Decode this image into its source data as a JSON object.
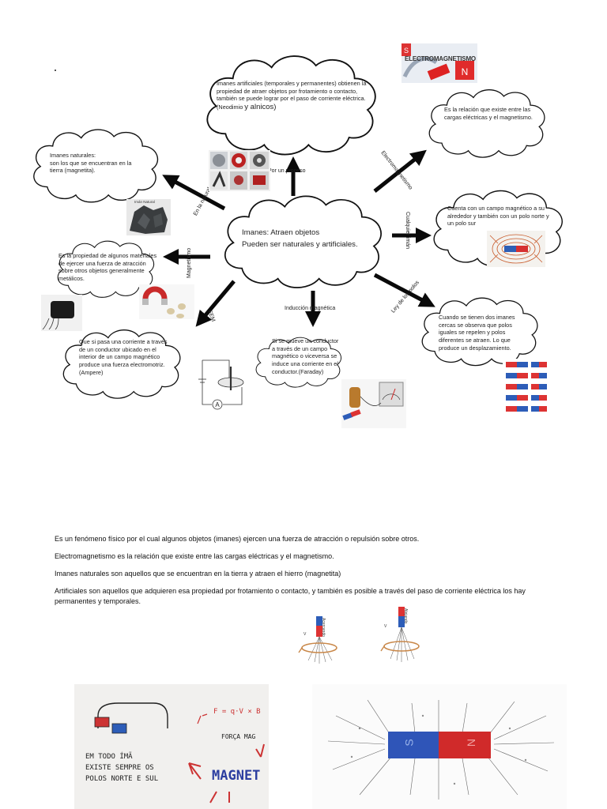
{
  "map": {
    "center": {
      "line1": "Imanes: Atraen objetos",
      "line2": "Pueden ser naturales y artificiales."
    },
    "nodes": {
      "artificiales": {
        "text": "Imanes artificiales (temporales y permanentes) obtienen la propiedad de atraer objetos por frotamiento o contacto, también se puede lograr por el paso de corriente eléctrica. (Neodimio",
        "text_big": "y alnicos)"
      },
      "naturales": {
        "text1": "Imanes naturales:",
        "text2": "son los que se encuentran en la tierra (magnetita)."
      },
      "electromagnetismo": {
        "text": "Es la relación que existe entre las cargas eléctricas y el magnetismo."
      },
      "cualquier_iman": {
        "text": "Cuenta con un campo magnético   a su alrededor y también con un polo norte y un polo sur"
      },
      "magnetismo": {
        "text": "Es la propiedad de algunos materiales de ejercer una fuerza de atracción sobre otros objetos generalmente metálicos."
      },
      "ley_polos": {
        "text": "Cuando se tienen dos imanes cercas se observa que polos iguales se repelen y polos diferentes se atraen. Lo que produce un desplazamiento."
      },
      "fem": {
        "text": "Que si pasa una corriente a través de un conductor ubicado en el interior de un campo magnético produce una fuerza electromotriz. (Ampere)"
      },
      "induccion": {
        "text": "Si se mueve un conductor a través de un campo magnético o viceversa se induce una corriente en el conductor.(Faraday)"
      }
    },
    "labels": {
      "por_un_proceso": "Por un proceso",
      "en_la_naturaleza": "En la naturaleza",
      "electromagnetismo": "Electromagnetismo",
      "cualquier_iman": "Cualquier imán",
      "magnetismo": "Magnetismo",
      "ley_polos": "Ley de los polos",
      "fem": "FEM",
      "induccion": "Inducción magnética"
    },
    "images": {
      "electromagnetismo_banner": "ELECTROMAGNETISMO",
      "iman_natural_caption": "Imán Natural",
      "ammeter": "A"
    }
  },
  "paragraphs": [
    "Es un fenómeno físico por el cual algunos objetos (imanes) ejercen una fuerza de atracción o repulsión sobre otros.",
    "Electromagnetismo es la relación que existe entre las cargas eléctricas y el magnetismo.",
    "Imanes naturales son aquellos que se encuentran en la tierra y atraen el hierro (magnetita)",
    "Artificiales son aquellos que adquieren esa propiedad por frotamiento o contacto, y también es posible a través del paso de corriente eléctrica los hay permanentes y temporales."
  ],
  "diagram_labels": {
    "left": "Acercando",
    "right": "Alejando",
    "v": "V"
  },
  "whiteboard": {
    "line1": "EM TODO ÍMÃ",
    "line2": "EXISTE SEMPRE OS",
    "line3": "POLOS NORTE E SUL",
    "formula": "F = q·V × B",
    "forca": "FORÇA MAG",
    "magnet": "MAGNET"
  },
  "bar_magnet": {
    "s": "S",
    "n": "N"
  }
}
